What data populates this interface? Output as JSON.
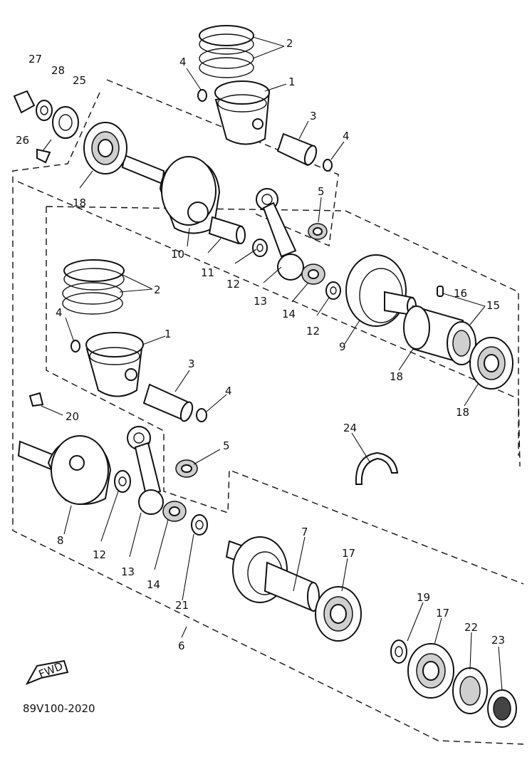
{
  "diagram": {
    "doc_code": "89V100-2020",
    "fwd_label": "FWD",
    "callouts": {
      "c27": "27",
      "c28": "28",
      "c25": "25",
      "c26": "26",
      "c18a": "18",
      "c2a": "2",
      "c4a": "4",
      "c1a": "1",
      "c3a": "3",
      "c4b": "4",
      "c5a": "5",
      "c10": "10",
      "c11": "11",
      "c12a": "12",
      "c13a": "13",
      "c14a": "14",
      "c12b": "12",
      "c9": "9",
      "c16": "16",
      "c15": "15",
      "c18b": "18",
      "c18c": "18",
      "c2b": "2",
      "c4c": "4",
      "c1b": "1",
      "c3b": "3",
      "c4d": "4",
      "c5b": "5",
      "c20": "20",
      "c8": "8",
      "c12c": "12",
      "c13b": "13",
      "c14b": "14",
      "c21": "21",
      "c6": "6",
      "c7": "7",
      "c17a": "17",
      "c24": "24",
      "c19": "19",
      "c17b": "17",
      "c22": "22",
      "c23": "23"
    }
  }
}
